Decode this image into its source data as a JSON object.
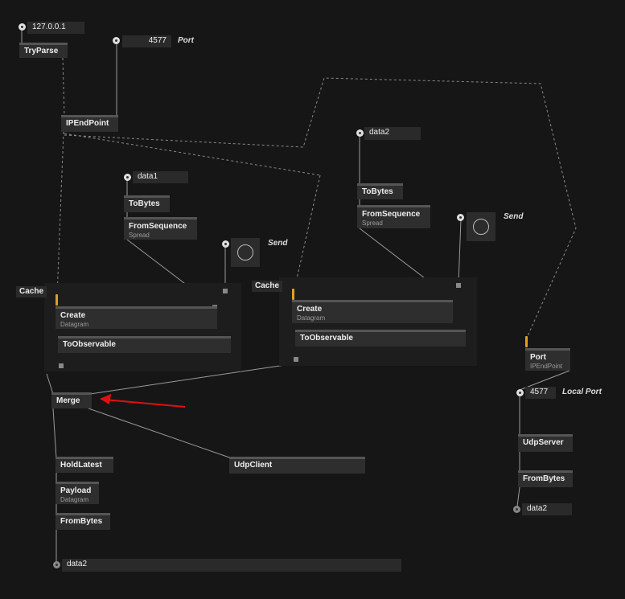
{
  "nodes": {
    "ip_value": "127.0.0.1",
    "tryparse": "TryParse",
    "port_value": "4577",
    "port_label": "Port",
    "ipendpoint": "IPEndPoint",
    "data1": "data1",
    "tobytes_left": "ToBytes",
    "fromsequence_left": "FromSequence",
    "fromsequence_left_sub": "Spread",
    "send_left_label": "Send",
    "cache_left": "Cache",
    "create_left": "Create",
    "create_left_sub": "Datagram",
    "toobservable_left": "ToObservable",
    "merge": "Merge",
    "data2_top": "data2",
    "tobytes_right": "ToBytes",
    "fromsequence_right": "FromSequence",
    "fromsequence_right_sub": "Spread",
    "send_right_label": "Send",
    "cache_right": "Cache",
    "create_right": "Create",
    "create_right_sub": "Datagram",
    "toobservable_right": "ToObservable",
    "port_node": "Port",
    "port_node_sub": "IPEndPoint",
    "local_port_value": "4577",
    "local_port_label": "Local Port",
    "udpserver": "UdpServer",
    "frombytes_right": "FromBytes",
    "data2_right": "data2",
    "holdlatest": "HoldLatest",
    "udpclient": "UdpClient",
    "payload": "Payload",
    "payload_sub": "Datagram",
    "frombytes_left": "FromBytes",
    "data2_bottom": "data2"
  },
  "colors": {
    "background": "#161616",
    "node": "#2e2e2e",
    "wire": "#9a9a9a",
    "arrow": "#e01010",
    "pending_link": "#e0a020"
  }
}
